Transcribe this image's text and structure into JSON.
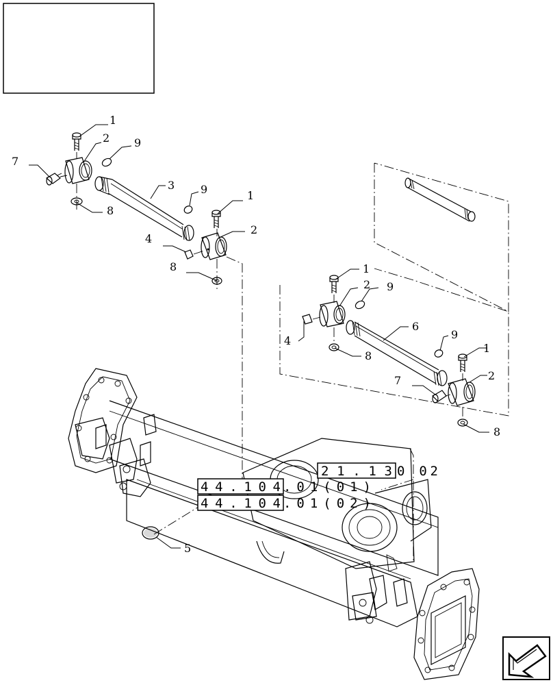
{
  "title_block": "",
  "callouts": [
    {
      "id": "c1a",
      "label": "1"
    },
    {
      "id": "c2a",
      "label": "2"
    },
    {
      "id": "c9a",
      "label": "9"
    },
    {
      "id": "c7a",
      "label": "7"
    },
    {
      "id": "c3",
      "label": "3"
    },
    {
      "id": "c8a",
      "label": "8"
    },
    {
      "id": "c9b",
      "label": "9"
    },
    {
      "id": "c1b",
      "label": "1"
    },
    {
      "id": "c4a",
      "label": "4"
    },
    {
      "id": "c2b",
      "label": "2"
    },
    {
      "id": "c8b",
      "label": "8"
    },
    {
      "id": "c1c",
      "label": "1"
    },
    {
      "id": "c2c",
      "label": "2"
    },
    {
      "id": "c9c",
      "label": "9"
    },
    {
      "id": "c4b",
      "label": "4"
    },
    {
      "id": "c6",
      "label": "6"
    },
    {
      "id": "c8c",
      "label": "8"
    },
    {
      "id": "c9d",
      "label": "9"
    },
    {
      "id": "c1d",
      "label": "1"
    },
    {
      "id": "c7b",
      "label": "7"
    },
    {
      "id": "c2d",
      "label": "2"
    },
    {
      "id": "c8d",
      "label": "8"
    },
    {
      "id": "c5",
      "label": "5"
    }
  ],
  "references": [
    {
      "boxed": "21.13",
      "rest": "0 02"
    },
    {
      "boxed": "44.104",
      "rest": ".01(01)"
    },
    {
      "boxed": "44.104",
      "rest": ".01(02)"
    }
  ],
  "nav_icon": "next-page-arrow-icon"
}
